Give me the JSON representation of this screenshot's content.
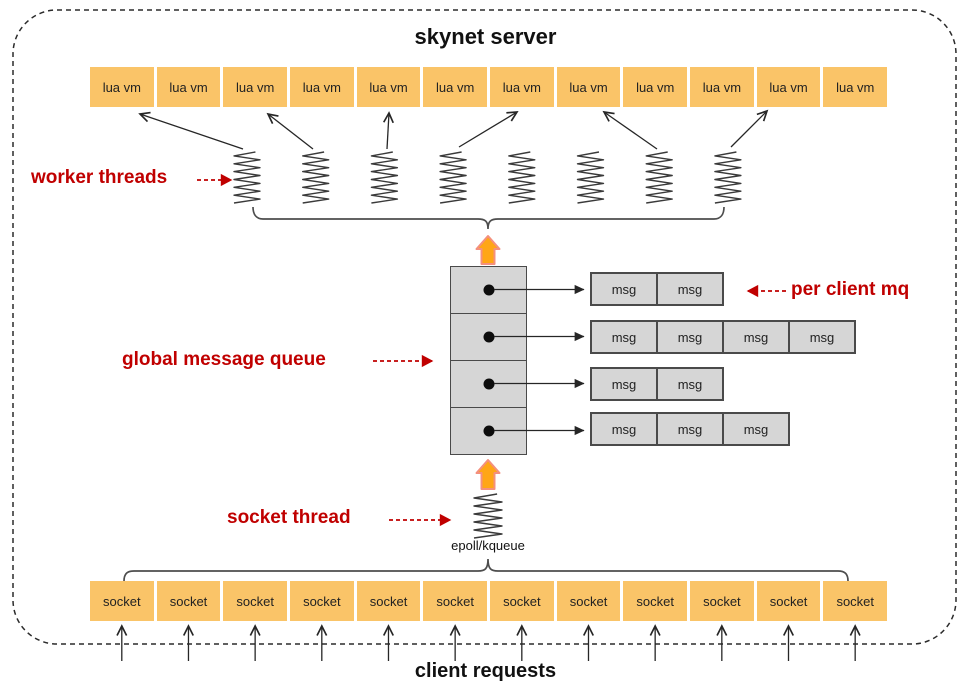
{
  "title": "skynet server",
  "labels": {
    "worker_threads": "worker threads",
    "global_message_queue": "global message queue",
    "per_client_mq": "per client mq",
    "socket_thread": "socket thread",
    "epoll_kqueue": "epoll/kqueue",
    "client_requests": "client requests"
  },
  "lua_vm_row": {
    "label": "lua vm",
    "count": 12
  },
  "worker_threads": {
    "spring_count": 8
  },
  "global_queue": {
    "slot_count": 4
  },
  "per_client_queues": {
    "msg_label": "msg",
    "rows": [
      2,
      4,
      2,
      3
    ]
  },
  "socket_row": {
    "label": "socket",
    "count": 12
  },
  "client_request_arrows": {
    "count": 12
  },
  "colors": {
    "box_amber": "#FAC468",
    "gray_fill": "#D6D6D6",
    "gray_border": "#4A4A4A",
    "label_red": "#C00000",
    "arrow_black": "#262626",
    "orange_arrow_fill": "#FFA616",
    "orange_arrow_stroke": "#F4907E"
  }
}
